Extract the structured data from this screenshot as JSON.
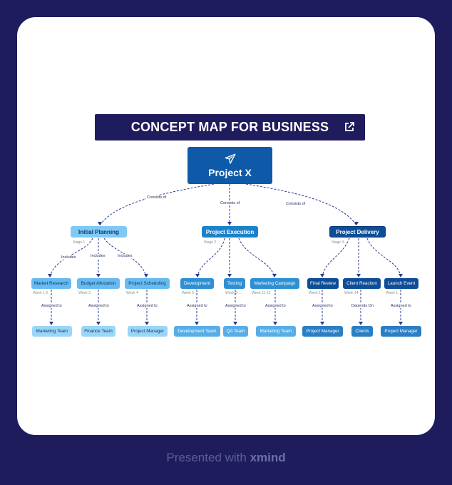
{
  "banner": {
    "title": "CONCEPT MAP FOR BUSINESS"
  },
  "root": {
    "label": "Project X"
  },
  "root_links": [
    "Consists of",
    "Consists of",
    "Consists of"
  ],
  "stages": [
    {
      "label": "Initial Planning",
      "tag": "Stage 1",
      "link": "Includes"
    },
    {
      "label": "Project Execution",
      "tag": "Stage 2"
    },
    {
      "label": "Project Delivery",
      "tag": "Stage 3"
    }
  ],
  "stage1_links": [
    "Includes",
    "Includes",
    "Includes"
  ],
  "tasks": [
    {
      "label": "Market Research",
      "week": "Week 1-2",
      "link": "Assigned to",
      "team": "Marketing Team"
    },
    {
      "label": "Budget Allocation",
      "week": "Week 3",
      "link": "Assigned to",
      "team": "Finance Team"
    },
    {
      "label": "Project Scheduling",
      "week": "Week 4",
      "link": "Assigned to",
      "team": "Project Manager"
    },
    {
      "label": "Development",
      "week": "Week 5-...",
      "link": "Assigned to",
      "team": "Development Team"
    },
    {
      "label": "Testing",
      "week": "Week 9-...",
      "link": "Assigned to",
      "team": "QA Team"
    },
    {
      "label": "Marketing Campaign",
      "week": "Week 11-12",
      "link": "Assigned to",
      "team": "Marketing Team"
    },
    {
      "label": "Final Review",
      "week": "Week 1...",
      "link": "Assigned to",
      "team": "Project Manager"
    },
    {
      "label": "Client Reaction",
      "week": "Week 14",
      "link": "Depends On",
      "team": "Clients"
    },
    {
      "label": "Launch Event",
      "week": "Week 1...",
      "link": "Assigned to",
      "team": "Project Manager"
    }
  ],
  "footer": {
    "prefix": "Presented with",
    "brand": "xmind"
  },
  "icons": {
    "root": "airplane-icon",
    "banner": "external-link-icon"
  }
}
